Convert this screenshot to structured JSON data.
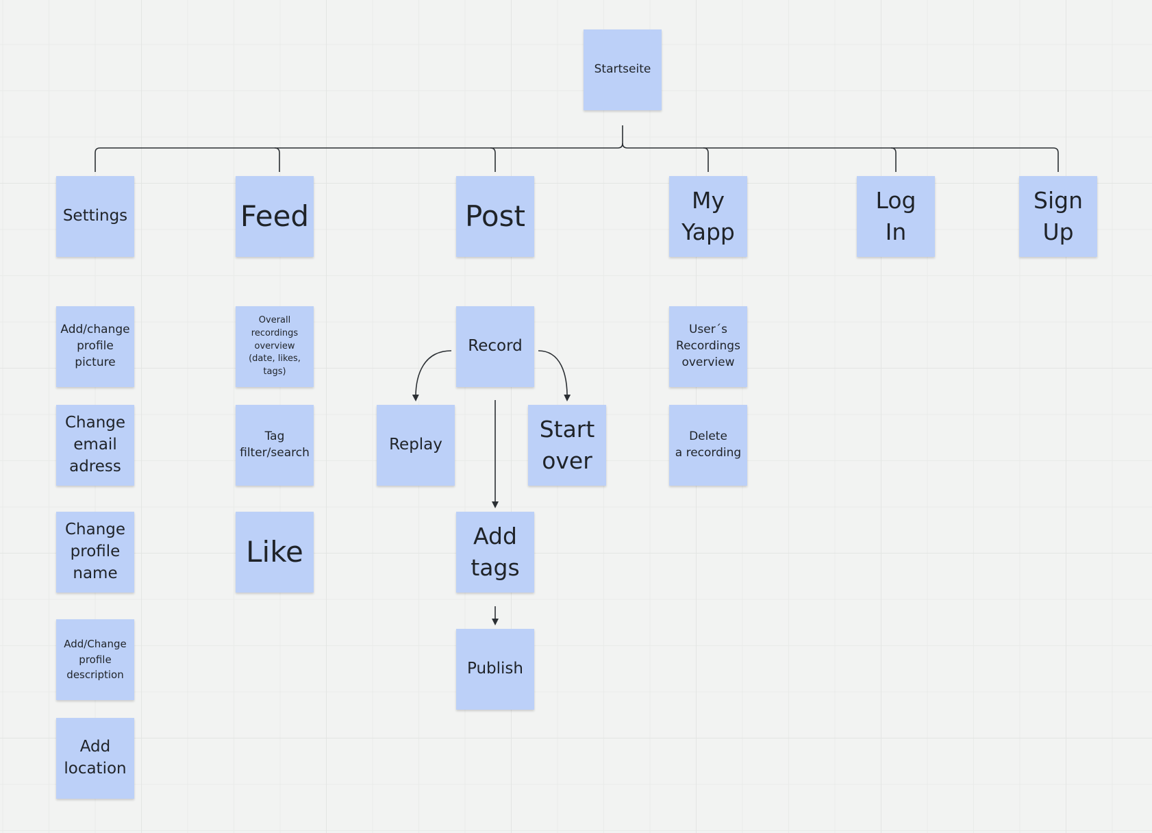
{
  "diagram": {
    "root": "Startseite",
    "categories": {
      "settings": "Settings",
      "feed": "Feed",
      "post": "Post",
      "my_yapp": "My\nYapp",
      "log_in": "Log\nIn",
      "sign_up": "Sign\nUp"
    },
    "settings_items": {
      "profile_picture": "Add/change\nprofile\npicture",
      "email": "Change\nemail\nadress",
      "profile_name": "Change\nprofile\nname",
      "description": "Add/Change\nprofile\ndescription",
      "location": "Add\nlocation"
    },
    "feed_items": {
      "overview": "Overall\nrecordings\noverview\n(date, likes,\ntags)",
      "tag_filter": "Tag\nfilter/search",
      "like": "Like"
    },
    "post_items": {
      "record": "Record",
      "replay": "Replay",
      "start_over": "Start\nover",
      "add_tags": "Add\ntags",
      "publish": "Publish"
    },
    "my_yapp_items": {
      "user_recordings": "User´s\nRecordings\noverview",
      "delete_recording": "Delete\na recording"
    }
  },
  "colors": {
    "sticky_note": "#bcd0f8",
    "connector": "#2b2f33",
    "canvas": "#f2f3f2"
  }
}
